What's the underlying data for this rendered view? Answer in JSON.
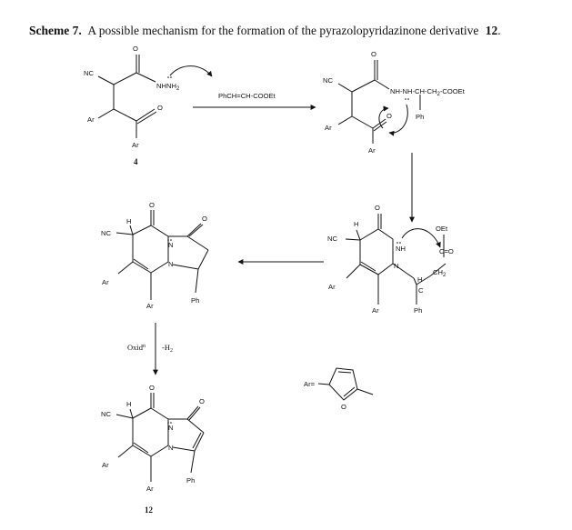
{
  "title": {
    "prefix": "Scheme 7.",
    "text": "A possible mechanism for the formation of the pyrazolopyridazinone derivative",
    "number": "12",
    "period": "."
  },
  "reagent": "PhCH=CH-COOEt",
  "oxidation": {
    "text": "Oxid",
    "superscript": "n",
    "h_text": "-H",
    "h_subscript": "2"
  },
  "compound_labels": {
    "start": "4",
    "product": "12"
  },
  "ar_definition": "Ar=",
  "atom_labels": {
    "o": "O",
    "nc": "NC",
    "ar": "Ar",
    "ph": "Ph",
    "h": "H",
    "n": "N",
    "nh": "NH",
    "nh_nh2": "NHNH",
    "two": "2",
    "chain_main": "NH-NH-CH-CH",
    "chain_tail": "-COOEt",
    "oet": "OEt",
    "c_eq_o": "C=O",
    "ch2": "CH",
    "c": "C"
  }
}
